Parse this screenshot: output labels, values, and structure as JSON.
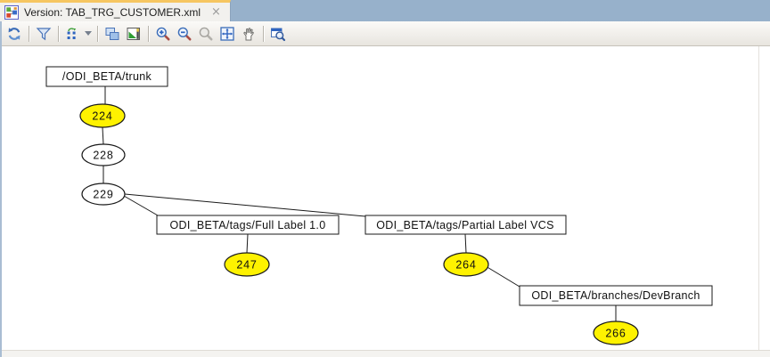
{
  "tab": {
    "title": "Version: TAB_TRG_CUSTOMER.xml",
    "close_glyph": "×"
  },
  "toolbar": {
    "buttons": [
      "refresh",
      "filter",
      "layout",
      "layout-dropdown",
      "copy-diagram",
      "export-diagram",
      "zoom-in",
      "zoom-out",
      "zoom-actual-disabled",
      "fit-to-window",
      "pan",
      "overview"
    ]
  },
  "graph": {
    "colors": {
      "highlight_fill": "#FEF200",
      "normal_fill": "#FFFFFF",
      "stroke": "#1A1A1A"
    },
    "boxes": [
      {
        "label": "/ODI_BETA/trunk"
      },
      {
        "label": "ODI_BETA/tags/Full Label 1.0"
      },
      {
        "label": "ODI_BETA/tags/Partial Label VCS"
      },
      {
        "label": "ODI_BETA/branches/DevBranch"
      }
    ],
    "versions": [
      {
        "label": "224",
        "highlighted": true
      },
      {
        "label": "228",
        "highlighted": false
      },
      {
        "label": "229",
        "highlighted": false
      },
      {
        "label": "247",
        "highlighted": true
      },
      {
        "label": "264",
        "highlighted": true
      },
      {
        "label": "266",
        "highlighted": true
      }
    ],
    "edges": [
      {
        "from": "/ODI_BETA/trunk",
        "to": "224"
      },
      {
        "from": "224",
        "to": "228"
      },
      {
        "from": "228",
        "to": "229"
      },
      {
        "from": "229",
        "to": "ODI_BETA/tags/Full Label 1.0"
      },
      {
        "from": "229",
        "to": "ODI_BETA/tags/Partial Label VCS"
      },
      {
        "from": "ODI_BETA/tags/Full Label 1.0",
        "to": "247"
      },
      {
        "from": "ODI_BETA/tags/Partial Label VCS",
        "to": "264"
      },
      {
        "from": "264",
        "to": "ODI_BETA/branches/DevBranch"
      },
      {
        "from": "ODI_BETA/branches/DevBranch",
        "to": "266"
      }
    ]
  }
}
